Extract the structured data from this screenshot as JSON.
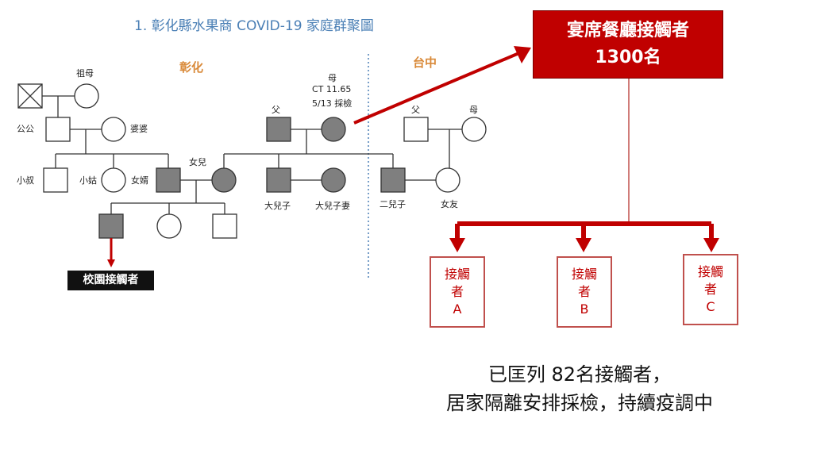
{
  "title": "1. 彰化縣水果商 COVID-19 家庭群聚圖",
  "regions": {
    "left": "彰化",
    "right": "台中"
  },
  "people": {
    "grandfather": "",
    "grandmother": "祖母",
    "father_in_law": "公公",
    "mother_in_law": "婆婆",
    "uncle": "小叔",
    "aunt": "小姑",
    "son_in_law": "女婿",
    "daughter": "女兒",
    "father": "父",
    "mother_label": "母",
    "mother_ct": "CT 11.65",
    "mother_test": "5/13 採檢",
    "eldest_son": "大兒子",
    "eldest_son_wife": "大兒子妻",
    "second_son": "二兒子",
    "girlfriend": "女友",
    "tc_father": "父",
    "tc_mother": "母"
  },
  "school_contacts": "校園接觸者",
  "banquet": {
    "line1": "宴席餐廳接觸者",
    "line2": "1300名"
  },
  "contacts": [
    {
      "line1": "接觸",
      "line2": "者",
      "letter": "A"
    },
    {
      "line1": "接觸",
      "line2": "者",
      "letter": "B"
    },
    {
      "line1": "接觸",
      "line2": "者",
      "letter": "C"
    }
  ],
  "summary": {
    "line1": "已匡列 82名接觸者，",
    "line2": "居家隔離安排採檢，持續疫調中"
  },
  "colors": {
    "accent_red": "#c00000",
    "affected_fill": "#7f7f7f",
    "title_blue": "#4a7fb5",
    "region_orange": "#d98a3a"
  }
}
